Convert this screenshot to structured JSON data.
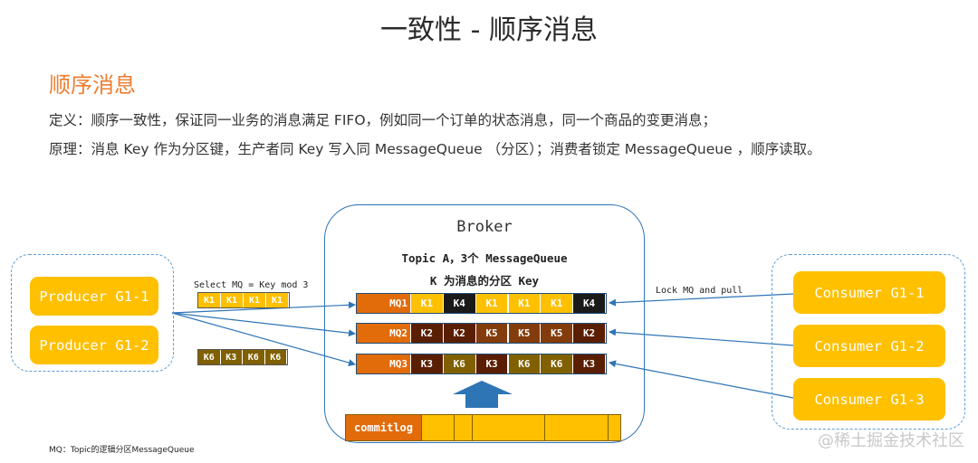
{
  "page": {
    "title": "一致性 - 顺序消息",
    "section_title": "顺序消息",
    "definition_line": "定义：顺序一致性，保证同一业务的消息满足 FIFO，例如同一个订单的状态消息，同一个商品的变更消息；",
    "principle_line": "原理：消息 Key 作为分区键，生产者同 Key 写入同 MessageQueue （分区）；消费者锁定 MessageQueue ，顺序读取。"
  },
  "producers": {
    "items": [
      {
        "label": "Producer G1-1"
      },
      {
        "label": "Producer G1-2"
      }
    ],
    "select_label": "Select MQ = Key mod 3",
    "batch_k1": {
      "labels": [
        "K1",
        "K1",
        "K1",
        "K1"
      ],
      "fill": "#ffc000",
      "text_color": "#ffffff"
    },
    "batch_k6": {
      "labels": [
        "K6",
        "K3",
        "K6",
        "K6"
      ],
      "fill": "#806000",
      "text_color": "#ffffff"
    }
  },
  "broker": {
    "label": "Broker",
    "topic_line": "Topic A，3个 MessageQueue",
    "key_line": "K 为消息的分区 Key",
    "queues": [
      {
        "name": "MQ1",
        "cells": [
          "K1",
          "K4",
          "K1",
          "K1",
          "K1",
          "K4"
        ],
        "fills": [
          "#ffc000",
          "#1a1a1a",
          "#ffc000",
          "#ffc000",
          "#ffc000",
          "#1a1a1a"
        ]
      },
      {
        "name": "MQ2",
        "cells": [
          "K2",
          "K2",
          "K5",
          "K5",
          "K5",
          "K2"
        ],
        "fills": [
          "#5a1e02",
          "#5a1e02",
          "#843c0c",
          "#843c0c",
          "#843c0c",
          "#5a1e02"
        ]
      },
      {
        "name": "MQ3",
        "cells": [
          "K3",
          "K6",
          "K3",
          "K6",
          "K6",
          "K3"
        ],
        "fills": [
          "#5a1e02",
          "#806000",
          "#5a1e02",
          "#806000",
          "#806000",
          "#5a1e02"
        ]
      }
    ],
    "queue_label_fill": "#e26b0a",
    "commitlog_label": "commitlog",
    "arrow_color": "#2e75b6"
  },
  "consumers": {
    "lock_label": "Lock MQ and pull",
    "items": [
      {
        "label": "Consumer G1-1"
      },
      {
        "label": "Consumer G1-2"
      },
      {
        "label": "Consumer G1-3"
      }
    ]
  },
  "footnote": "MQ：Topic的逻辑分区MessageQueue",
  "watermark": "@稀土掘金技术社区",
  "colors": {
    "accent_orange": "#ed7d31",
    "pill_yellow": "#ffc000",
    "line_blue": "#2e75b6",
    "dashed_blue": "#5b9bd5"
  }
}
